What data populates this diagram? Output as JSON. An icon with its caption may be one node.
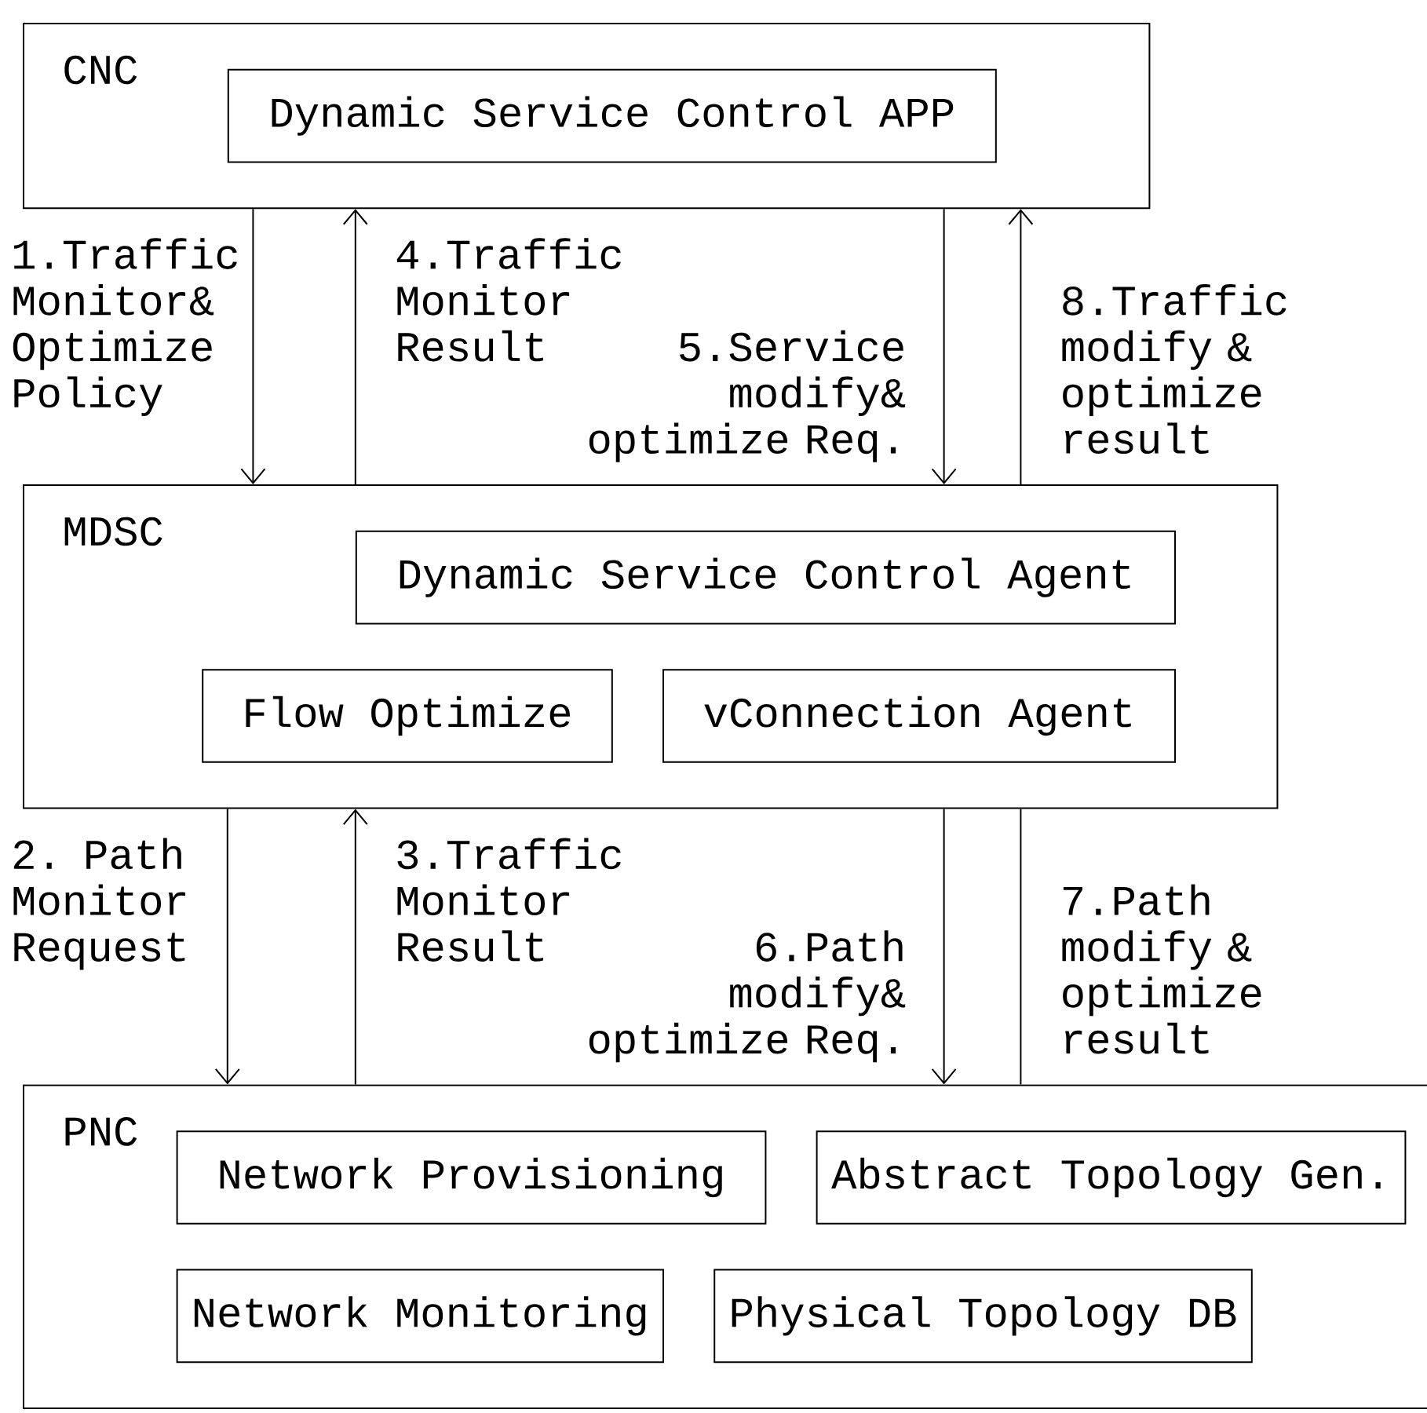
{
  "diagram": {
    "nodes": [
      {
        "text": [
          "CNC"
        ]
      },
      {
        "text": [
          "Dynamic Service Control APP"
        ],
        "in": 0
      },
      {
        "text": [
          "MDSC"
        ]
      },
      {
        "text": [
          "Dynamic Service Control Agent"
        ],
        "in": 2
      },
      {
        "text": [
          "Flow Optimize"
        ],
        "in": 2
      },
      {
        "text": [
          "vConnection Agent"
        ],
        "in": 2
      },
      {
        "text": [
          "PNC"
        ]
      },
      {
        "text": [
          "Network Provisioning"
        ],
        "in": 6
      },
      {
        "text": [
          "Abstract Topology Gen."
        ],
        "in": 6
      },
      {
        "text": [
          "Network Monitoring"
        ],
        "in": 6
      },
      {
        "text": [
          "Physical Topology DB"
        ],
        "in": 6
      }
    ],
    "edges": [
      {
        "from": 0,
        "to": 2,
        "arrow": "to",
        "label": "1.Traffic Monitor& Optimize Policy"
      },
      {
        "from": 2,
        "to": 0,
        "arrow": "to",
        "label": "4.Traffic Monitor Result"
      },
      {
        "from": 0,
        "to": 2,
        "arrow": "to",
        "label": "5.Service modify& optimize Req."
      },
      {
        "from": 2,
        "to": 0,
        "arrow": "to",
        "label": "8.Traffic modify & optimize result"
      },
      {
        "from": 2,
        "to": 6,
        "arrow": "to",
        "label": "2. Path Monitor Request"
      },
      {
        "from": 6,
        "to": 2,
        "arrow": "to",
        "label": "3.Traffic Monitor Result"
      },
      {
        "from": 2,
        "to": 6,
        "arrow": "to",
        "label": "6.Path modify& optimize Req."
      },
      {
        "from": 6,
        "to": 2,
        "arrow": "none",
        "label": "7.Path modify & optimize result"
      }
    ]
  }
}
